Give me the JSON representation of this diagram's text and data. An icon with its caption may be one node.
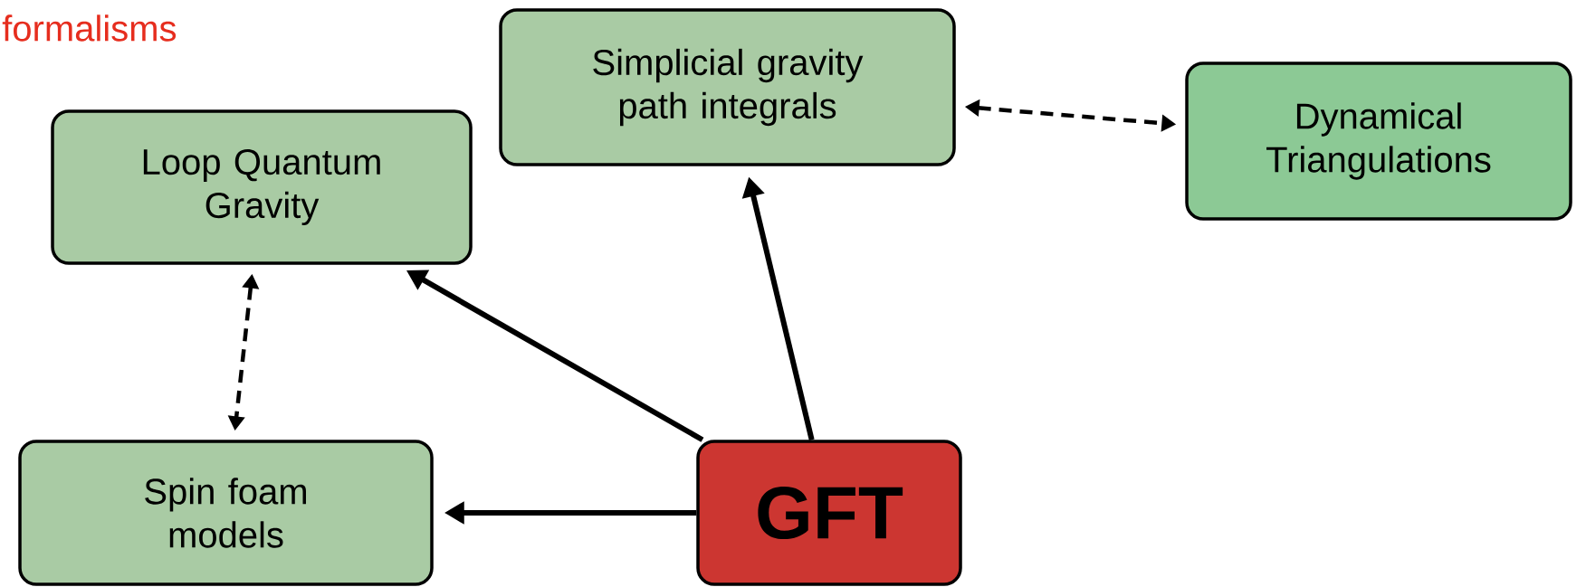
{
  "diagram": {
    "nodes": [
      {
        "text": [
          "Simplicial gravity path integrals"
        ]
      },
      {
        "text": [
          "Dynamical Triangulations"
        ]
      },
      {
        "text": [
          "Loop Quantum Gravity"
        ]
      },
      {
        "text": [
          "Spin foam models"
        ]
      },
      {
        "text": [
          "GFT"
        ]
      }
    ],
    "edges": [
      {
        "from": 4,
        "to": 2,
        "arrow": "to"
      },
      {
        "from": 4,
        "to": 0,
        "arrow": "to"
      },
      {
        "from": 4,
        "to": 3,
        "arrow": "to"
      },
      {
        "from": 0,
        "to": 1,
        "arrow": "both",
        "style": "dashed"
      },
      {
        "from": 2,
        "to": 3,
        "arrow": "both",
        "style": "dashed"
      }
    ],
    "labels": [
      "formalisms"
    ]
  }
}
